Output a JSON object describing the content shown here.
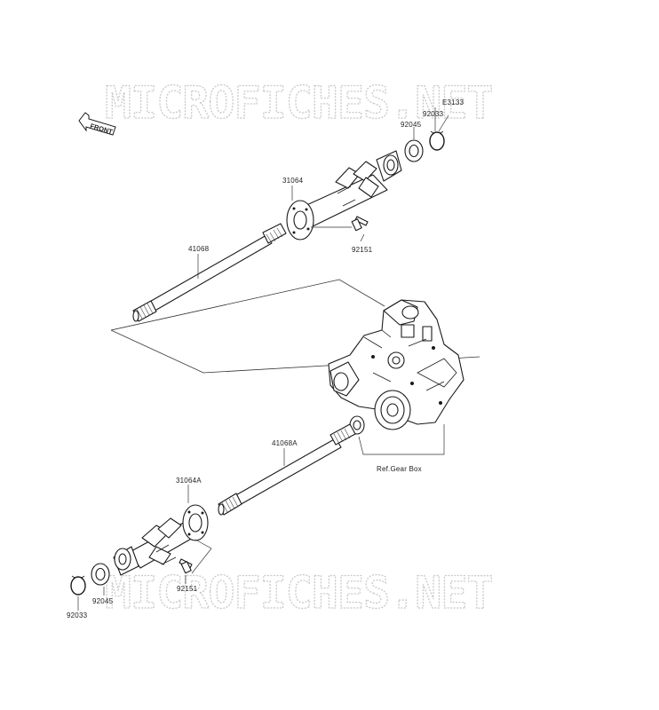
{
  "watermark": {
    "text": "MICROFICHES.NET"
  },
  "front_label": "FRONT",
  "callouts": {
    "p_e3133": "E3133",
    "p_92033_top": "92033",
    "p_92045_top": "92045",
    "p_31064": "31064",
    "p_92151_top": "92151",
    "p_41068": "41068",
    "p_41068a": "41068A",
    "p_ref_gearbox": "Ref.Gear Box",
    "p_31064a": "31064A",
    "p_92151_bottom": "92151",
    "p_92045_bottom": "92045",
    "p_92033_bottom": "92033"
  }
}
